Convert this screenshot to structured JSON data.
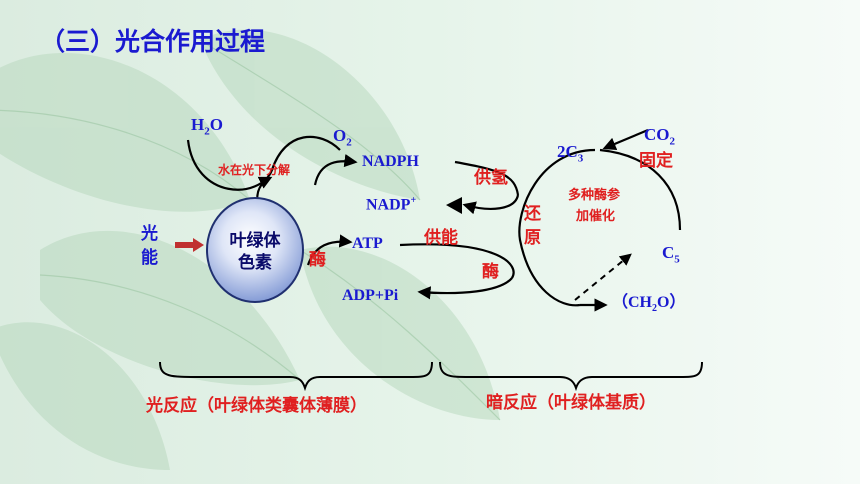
{
  "title": "（三）光合作用过程",
  "labels": {
    "h2o": "H2O",
    "o2": "O2",
    "water_split": "水在光下分解",
    "nadph": "NADPH",
    "nadp": "NADP+",
    "supply_h": "供氢",
    "atp": "ATP",
    "supply_energy": "供能",
    "adp_pi": "ADP+Pi",
    "enzyme_left": "酶",
    "enzyme_right": "酶",
    "light_energy_1": "光",
    "light_energy_2": "能",
    "chlorophyll_1": "叶绿体",
    "chlorophyll_2": "色素",
    "reduce_1": "还",
    "reduce_2": "原",
    "c3": "2C3",
    "co2": "CO2",
    "fixation": "固定",
    "enzymes_1": "多种酶参",
    "enzymes_2": "加催化",
    "c5": "C5",
    "ch2o": "（CH2O）",
    "light_reaction": "光反应（叶绿体类囊体薄膜）",
    "dark_reaction": "暗反应（叶绿体基质）"
  },
  "colors": {
    "title": "#1a1ad0",
    "blue": "#1a1ad0",
    "red": "#e02020",
    "background": "#eaf6ee"
  }
}
